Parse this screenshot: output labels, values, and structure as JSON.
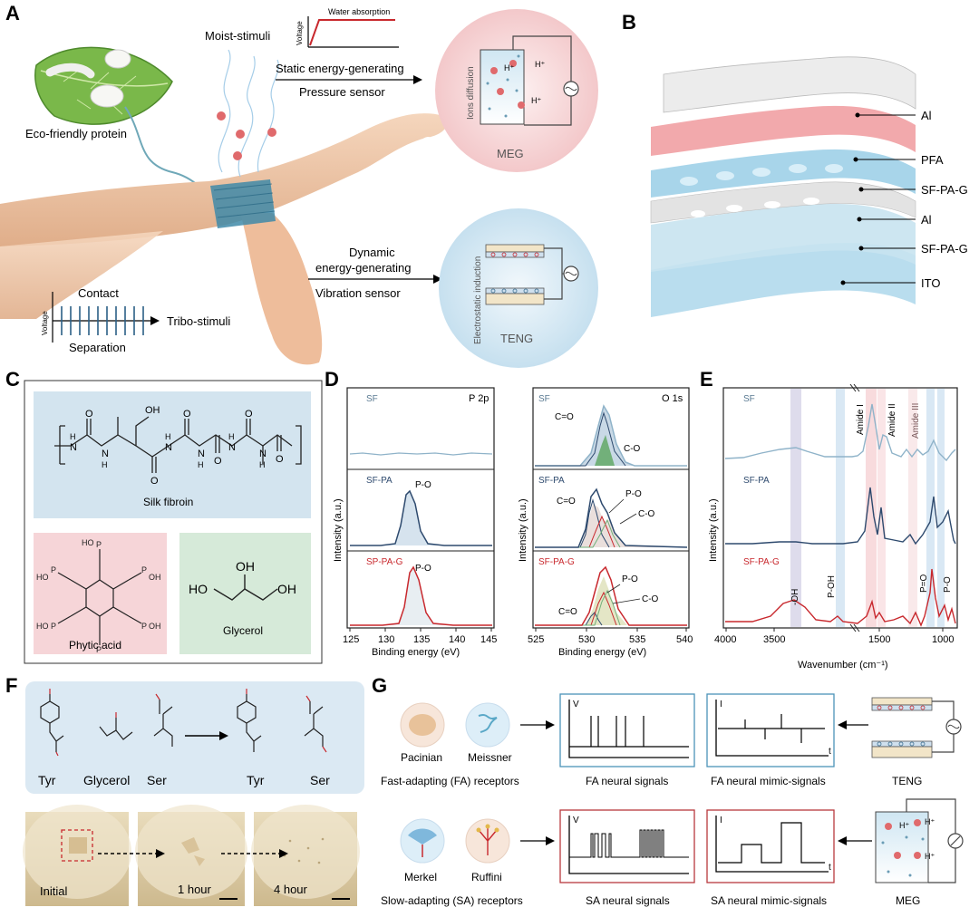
{
  "panels": {
    "A": {
      "letter": "A",
      "moist_stimuli": "Moist-stimuli",
      "voltage": "Voltage",
      "water_absorption": "Water absorption",
      "static_line1": "Static energy-generating",
      "static_line2": "Pressure sensor",
      "ions_diffusion": "Ions diffusion",
      "h_plus": "H⁺",
      "meg": "MEG",
      "eco_protein": "Eco-friendly protein",
      "dynamic_line1": "Dynamic",
      "dynamic_line2": "energy-generating",
      "dynamic_line3": "Vibration sensor",
      "electrostatic": "Electrostatic induction",
      "teng": "TENG",
      "contact": "Contact",
      "separation": "Separation",
      "tribo": "Tribo-stimuli"
    },
    "B": {
      "letter": "B",
      "layers": [
        "Al",
        "PFA",
        "SF-PA-G",
        "Al",
        "SF-PA-G",
        "ITO"
      ]
    },
    "C": {
      "letter": "C",
      "silk_fibroin": "Silk fibroin",
      "phytic_acid": "Phytic acid",
      "glycerol": "Glycerol",
      "oh": "OH",
      "ho": "HO",
      "n": "N",
      "h": "H",
      "o": "O",
      "p": "P"
    },
    "D": {
      "letter": "D",
      "ylabel": "Intensity (a.u.)",
      "xlabel": "Binding energy (eV)",
      "left_title": "P 2p",
      "right_title": "O 1s",
      "left_ticks": [
        "125",
        "130",
        "135",
        "140",
        "145"
      ],
      "right_ticks": [
        "525",
        "530",
        "535",
        "540"
      ],
      "left_labels": [
        "SF",
        "SF-PA",
        "SP-PA-G"
      ],
      "right_labels": [
        "SF",
        "SF-PA",
        "SF-PA-G"
      ],
      "p_o": "P-O",
      "c_eq_o": "C=O",
      "c_o": "C-O"
    },
    "E": {
      "letter": "E",
      "ylabel": "Intensity (a.u.)",
      "xlabel": "Wavenumber (cm⁻¹)",
      "ticks": [
        "4000",
        "3500",
        "1500",
        "1000"
      ],
      "series_labels": [
        "SF",
        "SF-PA",
        "SF-PA-G"
      ],
      "amide1": "Amide I",
      "amide2": "Amide II",
      "amide3": "Amide III",
      "oh": "-OH",
      "poh": "P-OH",
      "peqo": "P=O",
      "po": "P-O"
    },
    "F": {
      "letter": "F",
      "tyr": "Tyr",
      "glycerol": "Glycerol",
      "ser": "Ser",
      "initial": "Initial",
      "hour1": "1 hour",
      "hour4": "4 hour"
    },
    "G": {
      "letter": "G",
      "pacinian": "Pacinian",
      "meissner": "Meissner",
      "fa_receptors": "Fast-adapting (FA) receptors",
      "fa_signals": "FA neural signals",
      "fa_mimic": "FA neural mimic-signals",
      "teng": "TENG",
      "merkel": "Merkel",
      "ruffini": "Ruffini",
      "sa_receptors": "Slow-adapting (SA) receptors",
      "sa_signals": "SA neural signals",
      "sa_mimic": "SA neural mimic-signals",
      "meg": "MEG",
      "v": "V",
      "i": "I",
      "t": "t",
      "h_plus": "H⁺"
    }
  },
  "colors": {
    "blue_dark": "#2e4a6e",
    "blue_light": "#8fb3c9",
    "red": "#c8282d",
    "pink_bg": "#f6d5d8",
    "blue_bg": "#d3e4ef",
    "green_bg": "#d6ead9",
    "box_blue": "#4b93b8",
    "box_red": "#b8383d"
  }
}
